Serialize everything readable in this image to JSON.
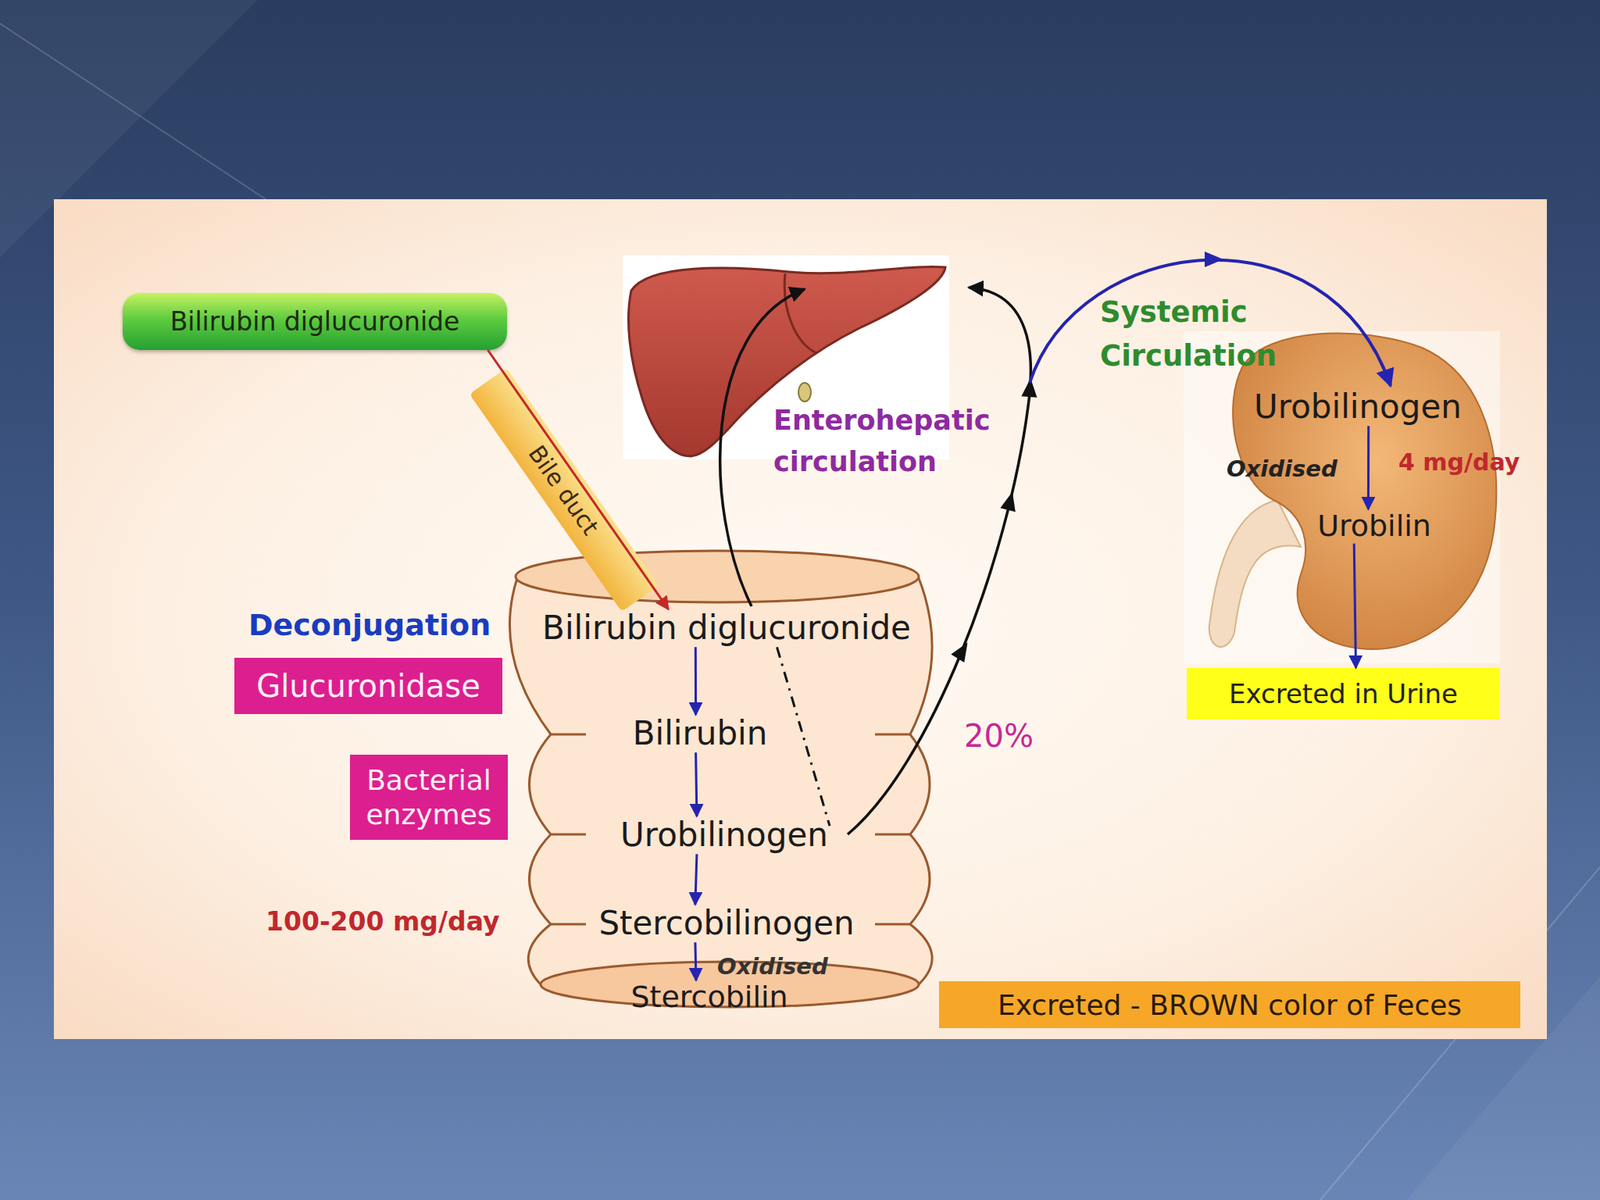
{
  "diagram": {
    "nodes": [
      {
        "text": [
          "Bilirubin diglucuronide"
        ]
      },
      {
        "text": [
          "Bile duct"
        ]
      },
      {
        "text": [
          "Bilirubin diglucuronide"
        ]
      },
      {
        "text": [
          "Glucuronidase"
        ]
      },
      {
        "text": [
          "Bilirubin"
        ]
      },
      {
        "text": [
          "Bacterial enzymes"
        ]
      },
      {
        "text": [
          "Urobilinogen"
        ]
      },
      {
        "text": [
          "Stercobilinogen"
        ]
      },
      {
        "text": [
          "Stercobilin"
        ]
      },
      {
        "text": [
          "Urobilinogen"
        ]
      },
      {
        "text": [
          "Urobilin"
        ]
      },
      {
        "text": [
          "Excreted in Urine"
        ]
      },
      {
        "text": [
          "Excreted - BROWN color of Feces"
        ]
      }
    ],
    "edges": [
      {
        "from": 0,
        "to": 2,
        "arrow": "to"
      },
      {
        "from": 2,
        "to": 4,
        "arrow": "to"
      },
      {
        "from": 4,
        "to": 6,
        "arrow": "to"
      },
      {
        "from": 6,
        "to": 7,
        "arrow": "to"
      },
      {
        "from": 7,
        "to": 8,
        "arrow": "to"
      },
      {
        "from": 2,
        "to": 6,
        "arrow": "none"
      },
      {
        "from": 9,
        "to": 10,
        "arrow": "to"
      },
      {
        "from": 10,
        "to": 11,
        "arrow": "to"
      }
    ],
    "labels": [
      "Deconjugation",
      "Enterohepatic circulation",
      "Systemic Circulation",
      "20%",
      "Oxidised",
      "4 mg/day",
      "100-200 mg/day",
      "Oxidised"
    ]
  }
}
